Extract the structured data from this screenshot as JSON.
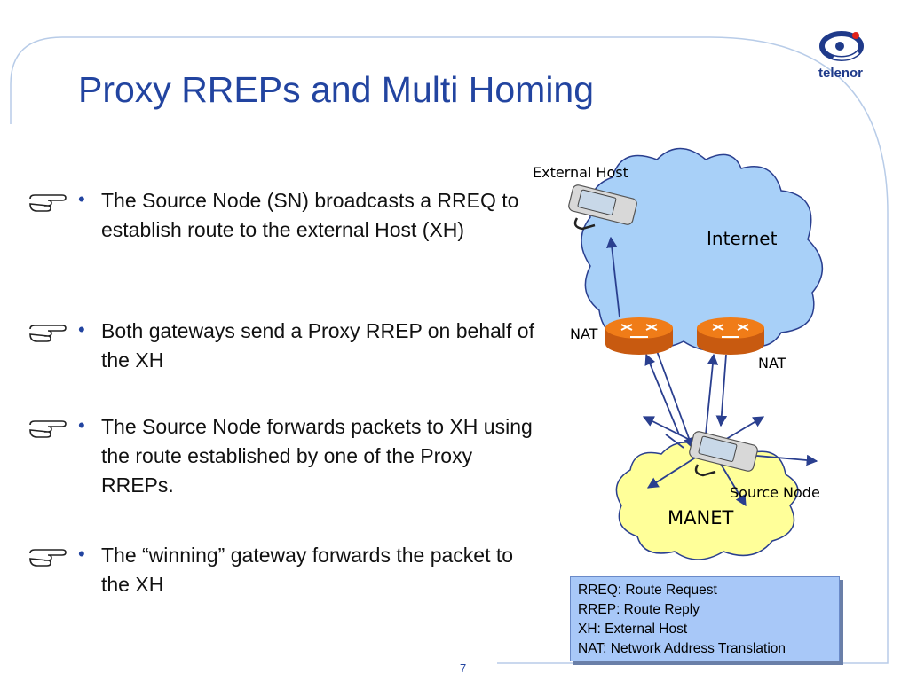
{
  "slide": {
    "title": "Proxy RREPs and Multi Homing",
    "page_number": "7"
  },
  "logo": {
    "text": "telenor"
  },
  "bullets": [
    {
      "text": "The Source Node (SN) broadcasts a RREQ  to establish route to the external Host (XH)"
    },
    {
      "text": "Both gateways send a Proxy RREP on behalf of the XH"
    },
    {
      "text": "The Source Node forwards packets to XH using the route established by one of the Proxy RREPs."
    },
    {
      "text": "The “winning” gateway forwards the packet to the XH"
    }
  ],
  "diagram": {
    "external_host_label": "External Host",
    "internet_label": "Internet",
    "nat_left_label": "NAT",
    "nat_right_label": "NAT",
    "source_node_label": "Source Node",
    "manet_label": "MANET"
  },
  "legend": [
    "RREQ: Route Request",
    "RREP: Route Reply",
    "XH: External Host",
    "NAT: Network Address Translation"
  ],
  "colors": {
    "title": "#2244a0",
    "internet_cloud": "#a8d0f8",
    "manet_cloud": "#ffff99",
    "router": "#f07c18",
    "legend_bg": "#a8c8f8"
  }
}
